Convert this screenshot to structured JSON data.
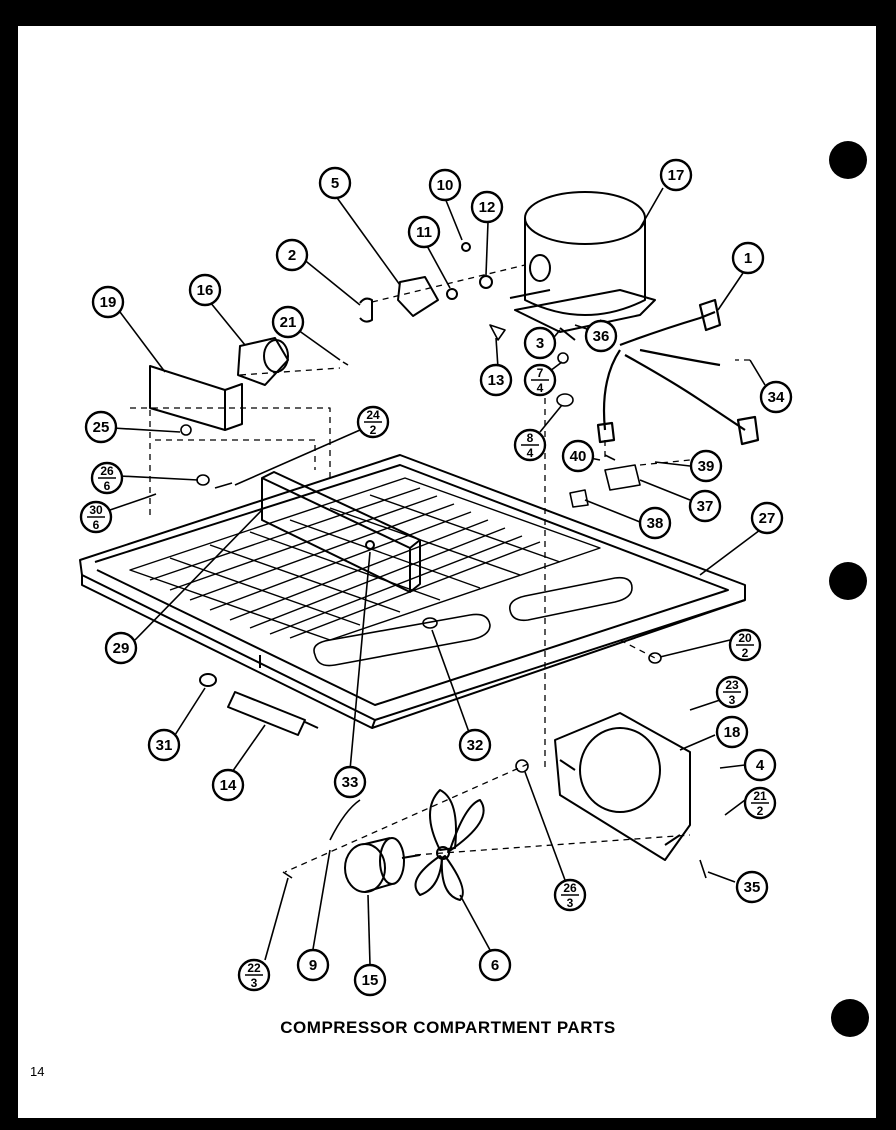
{
  "caption": "COMPRESSOR COMPARTMENT PARTS",
  "page_number": "14",
  "callouts": [
    {
      "id": "c1",
      "top": "1"
    },
    {
      "id": "c2",
      "top": "2"
    },
    {
      "id": "c3",
      "top": "3"
    },
    {
      "id": "c4",
      "top": "4"
    },
    {
      "id": "c5",
      "top": "5"
    },
    {
      "id": "c6a",
      "top": "6"
    },
    {
      "id": "c6b",
      "top": "6"
    },
    {
      "id": "c7",
      "top": "7",
      "bottom": "4"
    },
    {
      "id": "c8",
      "top": "8",
      "bottom": "4"
    },
    {
      "id": "c9",
      "top": "9"
    },
    {
      "id": "c10",
      "top": "10"
    },
    {
      "id": "c11",
      "top": "11"
    },
    {
      "id": "c12",
      "top": "12"
    },
    {
      "id": "c13",
      "top": "13"
    },
    {
      "id": "c14",
      "top": "14"
    },
    {
      "id": "c15",
      "top": "15"
    },
    {
      "id": "c16",
      "top": "16"
    },
    {
      "id": "c17",
      "top": "17"
    },
    {
      "id": "c18",
      "top": "18"
    },
    {
      "id": "c19",
      "top": "19"
    },
    {
      "id": "c20",
      "top": "20",
      "bottom": "2"
    },
    {
      "id": "c21a",
      "top": "21"
    },
    {
      "id": "c21b",
      "top": "21",
      "bottom": "2"
    },
    {
      "id": "c22",
      "top": "22",
      "bottom": "3"
    },
    {
      "id": "c23",
      "top": "23",
      "bottom": "3"
    },
    {
      "id": "c24",
      "top": "24",
      "bottom": "2"
    },
    {
      "id": "c25",
      "top": "25"
    },
    {
      "id": "c26a",
      "top": "26",
      "bottom": "6"
    },
    {
      "id": "c26b",
      "top": "26",
      "bottom": "3"
    },
    {
      "id": "c27",
      "top": "27"
    },
    {
      "id": "c29",
      "top": "29"
    },
    {
      "id": "c30",
      "top": "30",
      "bottom": "6"
    },
    {
      "id": "c31",
      "top": "31"
    },
    {
      "id": "c32",
      "top": "32"
    },
    {
      "id": "c33",
      "top": "33"
    },
    {
      "id": "c34",
      "top": "34"
    },
    {
      "id": "c35",
      "top": "35"
    },
    {
      "id": "c36",
      "top": "36"
    },
    {
      "id": "c37",
      "top": "37"
    },
    {
      "id": "c38",
      "top": "38"
    },
    {
      "id": "c39",
      "top": "39"
    },
    {
      "id": "c40",
      "top": "40"
    }
  ]
}
